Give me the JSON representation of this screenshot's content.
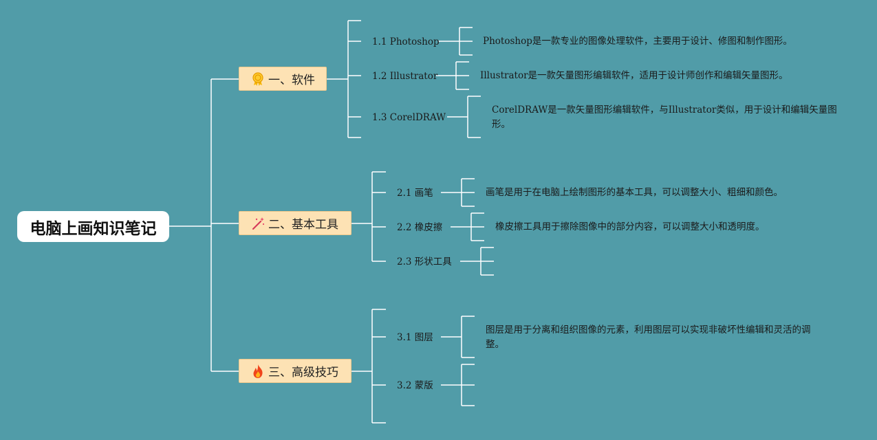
{
  "root": {
    "title": "电脑上画知识笔记"
  },
  "branches": [
    {
      "label": "一、软件",
      "icon": "award-ribbon-icon",
      "children": [
        {
          "label": "1.1 Photoshop",
          "desc": "Photoshop是一款专业的图像处理软件，主要用于设计、修图和制作图形。"
        },
        {
          "label": "1.2 Illustrator",
          "desc": "Illustrator是一款矢量图形编辑软件，适用于设计师创作和编辑矢量图形。"
        },
        {
          "label": "1.3 CorelDRAW",
          "desc": "CorelDRAW是一款矢量图形编辑软件，与Illustrator类似，用于设计和编辑矢量图形。"
        }
      ]
    },
    {
      "label": "二、基本工具",
      "icon": "magic-wand-icon",
      "children": [
        {
          "label": "2.1 画笔",
          "desc": "画笔是用于在电脑上绘制图形的基本工具，可以调整大小、粗细和颜色。"
        },
        {
          "label": "2.2 橡皮擦",
          "desc": "橡皮擦工具用于擦除图像中的部分内容，可以调整大小和透明度。"
        },
        {
          "label": "2.3 形状工具",
          "desc": ""
        }
      ]
    },
    {
      "label": "三、高级技巧",
      "icon": "flame-icon",
      "children": [
        {
          "label": "3.1 图层",
          "desc": "图层是用于分离和组织图像的元素，利用图层可以实现非破坏性编辑和灵活的调整。"
        },
        {
          "label": "3.2 蒙版",
          "desc": ""
        }
      ]
    }
  ],
  "colors": {
    "background": "#519ca8",
    "branch_fill": "#fde2b4",
    "line": "#ffffff"
  }
}
